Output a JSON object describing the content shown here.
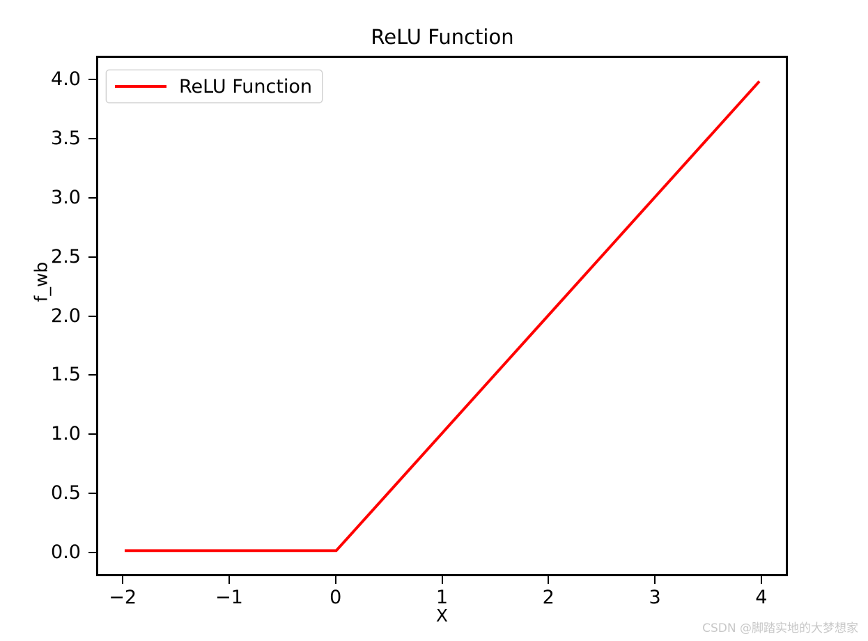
{
  "chart_data": {
    "type": "line",
    "title": "ReLU Function",
    "xlabel": "X",
    "ylabel": "f_wb",
    "xlim": [
      -2.25,
      4.25
    ],
    "ylim": [
      -0.2,
      4.2
    ],
    "xticks": [
      -2,
      -1,
      0,
      1,
      2,
      3,
      4
    ],
    "xticklabels": [
      "−2",
      "−1",
      "0",
      "1",
      "2",
      "3",
      "4"
    ],
    "yticks": [
      0.0,
      0.5,
      1.0,
      1.5,
      2.0,
      2.5,
      3.0,
      3.5,
      4.0
    ],
    "yticklabels": [
      "0.0",
      "0.5",
      "1.0",
      "1.5",
      "2.0",
      "2.5",
      "3.0",
      "3.5",
      "4.0"
    ],
    "grid": false,
    "legend_position": "upper left",
    "series": [
      {
        "name": "ReLU Function",
        "color": "#ff0000",
        "linewidth": 4,
        "x": [
          -2,
          -1.5,
          -1,
          -0.5,
          0,
          0.5,
          1,
          1.5,
          2,
          2.5,
          3,
          3.5,
          4
        ],
        "values": [
          0,
          0,
          0,
          0,
          0,
          0.5,
          1,
          1.5,
          2,
          2.5,
          3,
          3.5,
          4
        ]
      }
    ]
  },
  "legend": {
    "entries": [
      {
        "label": "ReLU Function",
        "color": "#ff0000"
      }
    ]
  },
  "watermark": {
    "text": "CSDN @脚踏实地的大梦想家"
  },
  "colors": {
    "line": "#ff0000",
    "axes": "#000000",
    "background": "#ffffff",
    "legend_border": "#cccccc",
    "watermark": "#c8c8c8"
  }
}
